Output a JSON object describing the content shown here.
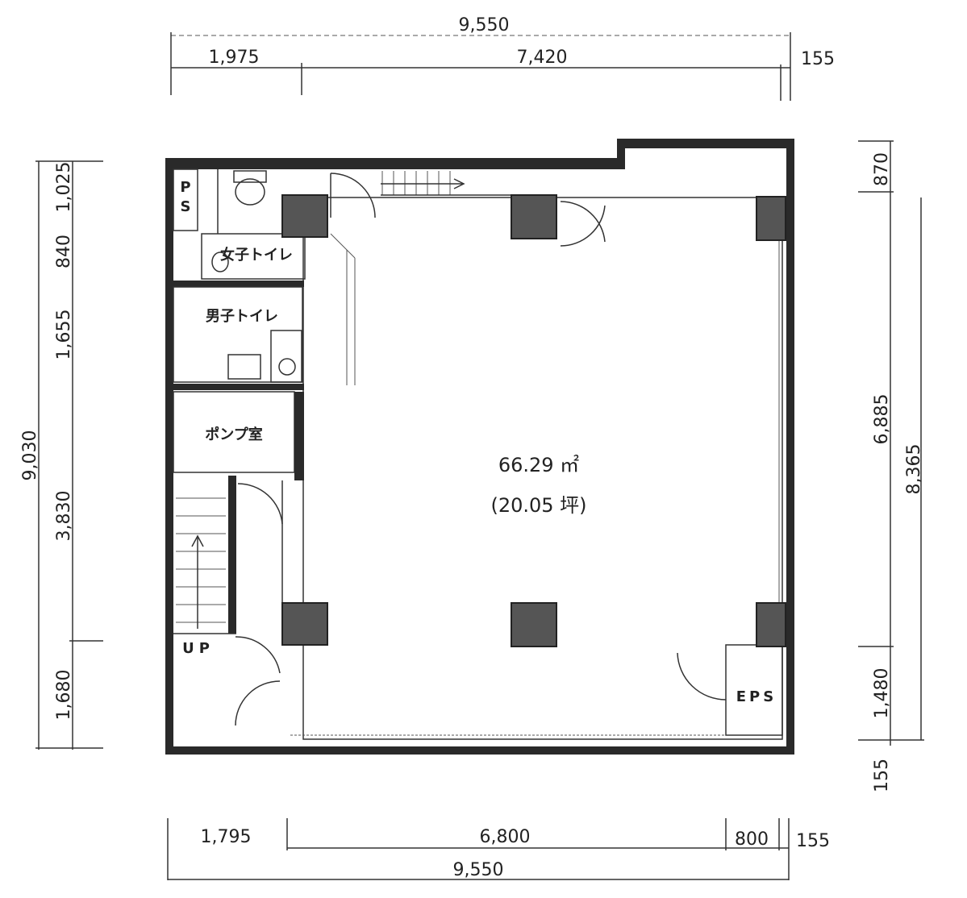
{
  "dimensions": {
    "top_total": "9,550",
    "top_left": "1,975",
    "top_mid": "7,420",
    "top_right": "155",
    "bottom_left": "1,795",
    "bottom_mid": "6,800",
    "bottom_right_a": "800",
    "bottom_right_b": "155",
    "bottom_total": "9,550",
    "left_total": "9,030",
    "left_1": "1,025",
    "left_2": "840",
    "left_3": "1,655",
    "left_4": "3,830",
    "left_5": "1,680",
    "right_1": "870",
    "right_2": "6,885",
    "right_3": "1,480",
    "right_4": "155",
    "right_total": "8,365"
  },
  "rooms": {
    "ps_p": "P",
    "ps_s": "S",
    "womens_toilet": "女子トイレ",
    "mens_toilet": "男子トイレ",
    "pump_room": "ポンプ室",
    "up": "UP",
    "eps": "EPS"
  },
  "main_room": {
    "area_m2": "66.29 ㎡",
    "area_tsubo": "(20.05 坪)"
  }
}
